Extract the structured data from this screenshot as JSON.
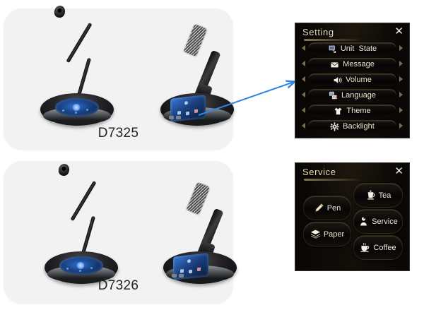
{
  "products": [
    {
      "id": "d7325",
      "label": "D7325"
    },
    {
      "id": "d7326",
      "label": "D7326"
    }
  ],
  "setting_panel": {
    "title": "Setting",
    "close_label": "✕",
    "items": [
      {
        "icon": "unit-state-icon",
        "label": "Unit  State"
      },
      {
        "icon": "message-envelope-icon",
        "label": "Message"
      },
      {
        "icon": "volume-speaker-icon",
        "label": "Volume"
      },
      {
        "icon": "language-icon",
        "label": "Language"
      },
      {
        "icon": "theme-shirt-icon",
        "label": "Theme"
      },
      {
        "icon": "backlight-sun-icon",
        "label": "Backlight"
      }
    ]
  },
  "service_panel": {
    "title": "Service",
    "close_label": "✕",
    "buttons": [
      {
        "id": "pen",
        "icon": "pencil-icon",
        "label": "Pen"
      },
      {
        "id": "paper",
        "icon": "paper-stack-icon",
        "label": "Paper"
      },
      {
        "id": "tea",
        "icon": "teapot-icon",
        "label": "Tea"
      },
      {
        "id": "service",
        "icon": "waiter-person-icon",
        "label": "Service"
      },
      {
        "id": "coffee",
        "icon": "coffee-cup-icon",
        "label": "Coffee"
      }
    ]
  },
  "connector": {
    "name": "arrow-pointer",
    "color": "#2e86de"
  },
  "colors": {
    "card_background": "#f2f2f2",
    "panel_background": "#0a0806",
    "panel_text": "#efe7d2",
    "title_text": "#e8dcb6",
    "arrow": "#2e86de"
  }
}
